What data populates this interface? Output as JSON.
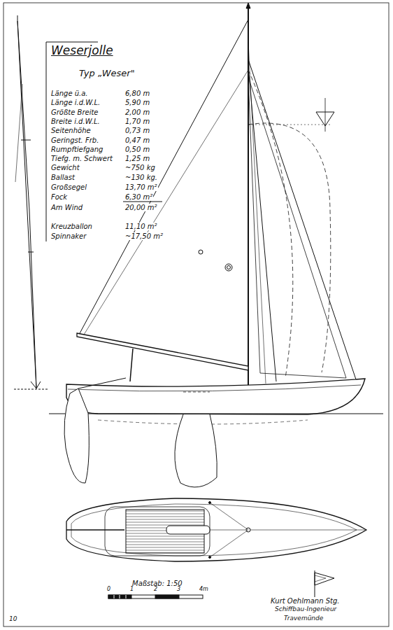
{
  "diagram": {
    "title": "Weserjolle",
    "labels": [
      "Typ „Weser\"",
      "Länge ü.a.",
      "6,80 m",
      "Länge i.d.W.L.",
      "5,90 m",
      "Größte Breite",
      "2,00 m",
      "Breite i.d.W.L.",
      "1,70 m",
      "Seitenhöhe",
      "0,73 m",
      "Geringst. Frb.",
      "0,47 m",
      "Rumpftiefgang",
      "0,50 m",
      "Tiefg. m. Schwert",
      "1,25 m",
      "Gewicht",
      "~750 kg",
      "Ballast",
      "~130 kg.",
      "Großsegel",
      "13,70 m²",
      "Fock",
      "6,30 m²",
      "Am Wind",
      "20,00 m²",
      "Kreuzballon",
      "11,10 m²",
      "Spinnaker",
      "~17,50 m²",
      "Maßstab: 1:50",
      "0",
      "1",
      "2",
      "3",
      "4m",
      "Kurt Oehlmann Stg.",
      "Schiffbau-Ingenieur",
      "Travemünde",
      "10"
    ]
  }
}
